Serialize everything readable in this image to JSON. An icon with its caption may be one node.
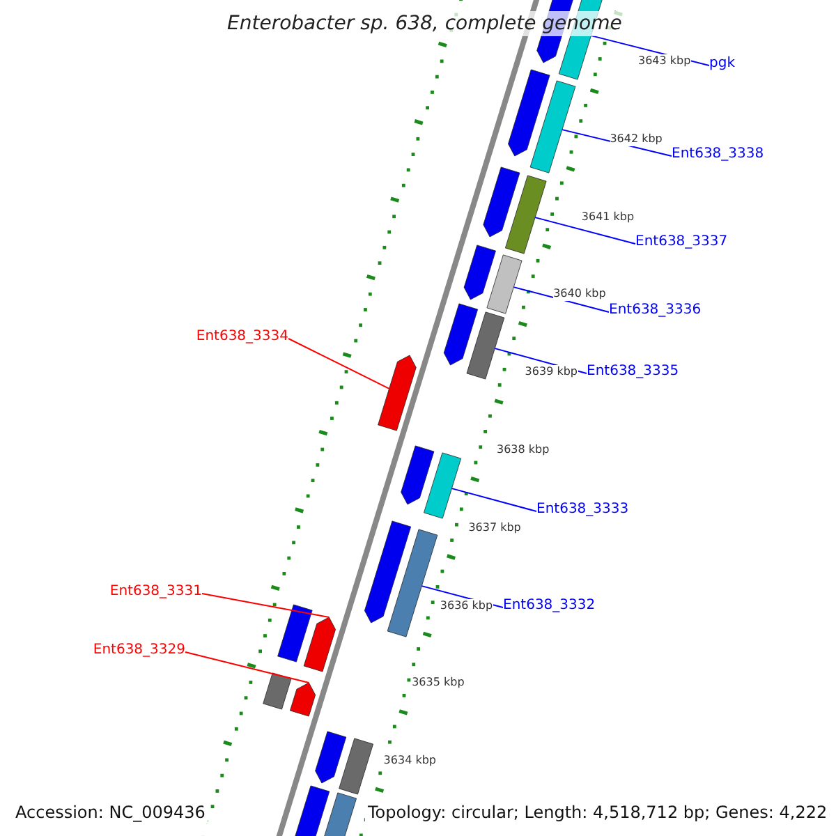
{
  "diagram": {
    "title": "Enterobacter sp. 638, complete genome",
    "nodes": [
      {
        "text": [
          "pgk"
        ]
      },
      {
        "text": [
          "Ent638_3338"
        ]
      },
      {
        "text": [
          "Ent638_3337"
        ]
      },
      {
        "text": [
          "Ent638_3336"
        ]
      },
      {
        "text": [
          "Ent638_3334"
        ]
      },
      {
        "text": [
          "Ent638_3335"
        ]
      },
      {
        "text": [
          "Ent638_3333"
        ]
      },
      {
        "text": [
          "Ent638_3331"
        ]
      },
      {
        "text": [
          "Ent638_3332"
        ]
      },
      {
        "text": [
          "Ent638_3329"
        ]
      },
      {
        "text": [],
        "shape": "bar"
      },
      {
        "text": [],
        "shape": "bar"
      },
      {
        "text": [],
        "shape": "bar"
      },
      {
        "text": [],
        "shape": "bar"
      },
      {
        "text": [],
        "shape": "bar"
      },
      {
        "text": [],
        "shape": "bar"
      },
      {
        "text": [],
        "shape": "bar"
      },
      {
        "text": [],
        "shape": "bar"
      },
      {
        "text": [],
        "shape": "bar"
      },
      {
        "text": [],
        "shape": "bar"
      },
      {
        "text": [],
        "shape": "bar"
      },
      {
        "text": [],
        "shape": "bar"
      },
      {
        "text": [],
        "shape": "bar"
      },
      {
        "text": [],
        "shape": "bar"
      },
      {
        "text": [],
        "shape": "bar"
      },
      {
        "text": [],
        "shape": "bar"
      },
      {
        "text": [],
        "shape": "bar"
      },
      {
        "text": [],
        "shape": "bar"
      },
      {
        "text": [],
        "shape": "bar"
      },
      {
        "text": [],
        "shape": "bar"
      },
      {
        "text": [],
        "shape": "bar"
      },
      {
        "text": [],
        "shape": "bar"
      },
      {
        "text": [],
        "shape": "bar"
      }
    ],
    "edges": [
      {
        "from": 0,
        "to": 10,
        "arrow": "none",
        "color": "#0000ff"
      },
      {
        "from": 1,
        "to": 11,
        "arrow": "none",
        "color": "#0000ff"
      },
      {
        "from": 2,
        "to": 12,
        "arrow": "none",
        "color": "#0000ff"
      },
      {
        "from": 3,
        "to": 13,
        "arrow": "none",
        "color": "#0000ff"
      },
      {
        "from": 4,
        "to": 14,
        "arrow": "none",
        "color": "#ff0000"
      },
      {
        "from": 5,
        "to": 15,
        "arrow": "none",
        "color": "#0000ff"
      },
      {
        "from": 6,
        "to": 16,
        "arrow": "none",
        "color": "#0000ff"
      },
      {
        "from": 7,
        "to": 17,
        "arrow": "none",
        "color": "#ff0000"
      },
      {
        "from": 8,
        "to": 18,
        "arrow": "none",
        "color": "#0000ff"
      },
      {
        "from": 9,
        "to": 19,
        "arrow": "none",
        "color": "#ff0000"
      }
    ],
    "labels": [
      "3643 kbp",
      "3642 kbp",
      "3641 kbp",
      "3640 kbp",
      "3639 kbp",
      "3638 kbp",
      "3637 kbp",
      "3636 kbp",
      "3635 kbp",
      "3634 kbp",
      "Accession: NC_009436",
      "Topology: circular; Length: 4,518,712 bp; Genes: 4,222"
    ]
  }
}
